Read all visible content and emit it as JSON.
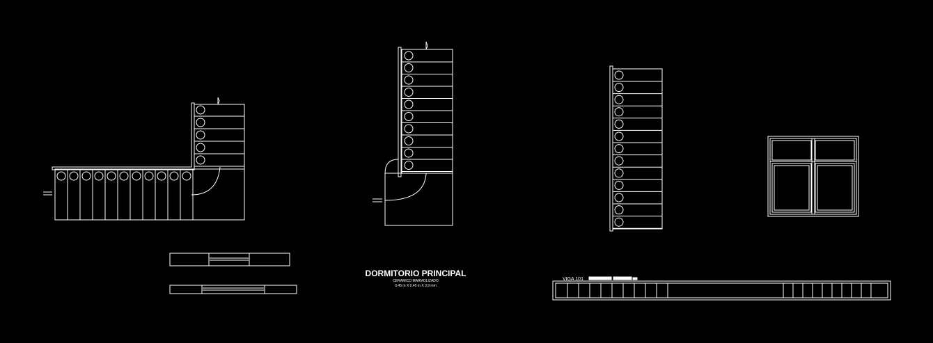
{
  "drawing": {
    "title": "DORMITORIO PRINCIPAL",
    "subtitle": "CERAMICO MARMOLIZADO",
    "spec": "0.45 m  X  0.45 m  X  3.9 mm",
    "beam_label": "VIGA 101"
  },
  "colors": {
    "background": "#000000",
    "line": "#ffffff"
  }
}
